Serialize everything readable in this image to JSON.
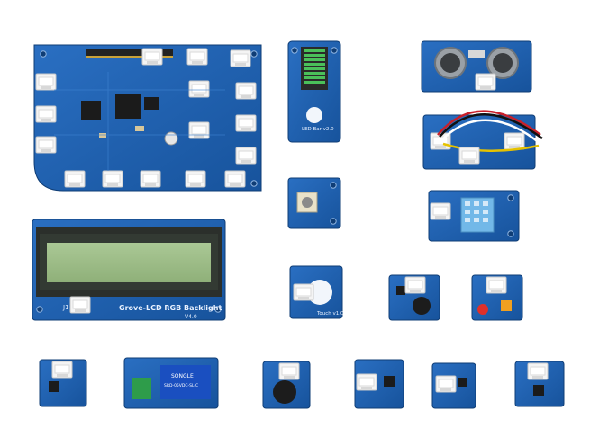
{
  "colors": {
    "background": "#ffffff",
    "pcb_blue": "#1e5fae",
    "pcb_blue_dark": "#164b8c",
    "connector_white": "#f4f4f4",
    "lcd_green": "#9fbf86",
    "lcd_bezel": "#2b2f2b",
    "led_green": "#4ac05a",
    "led_red": "#e0302a",
    "relay_blue": "#1a4fc0",
    "buzzer_black": "#1c1c1c",
    "pot_cream": "#e9e2c9"
  },
  "labels": {
    "lcd": "Grove-LCD RGB Backlight",
    "lcd_version": "V4.0",
    "lcd_j1": "J1",
    "ledbar": "LED Bar v2.0",
    "touch": "Touch v1.0",
    "relay_brand": "SONGLE",
    "relay_model": "SRD-05VDC-SL-C"
  }
}
